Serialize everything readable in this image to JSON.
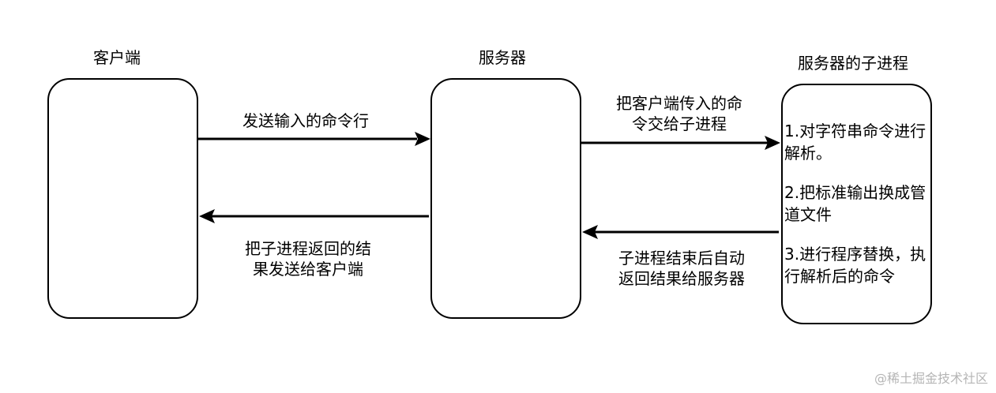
{
  "nodes": {
    "client": {
      "title": "客户端"
    },
    "server": {
      "title": "服务器"
    },
    "child": {
      "title": "服务器的子进程",
      "steps": [
        "1.对字符串命令进行解析。",
        "2.把标准输出换成管道文件",
        "3.进行程序替换，执行解析后的命令"
      ]
    }
  },
  "edges": {
    "client_to_server": {
      "label": "发送输入的命令行"
    },
    "server_to_child": {
      "label_line1": "把客户端传入的命",
      "label_line2": "令交给子进程"
    },
    "child_to_server": {
      "label_line1": "子进程结束后自动",
      "label_line2": "返回结果给服务器"
    },
    "server_to_client": {
      "label_line1": "把子进程返回的结",
      "label_line2": "果发送给客户端"
    }
  },
  "watermark": "@稀土掘金技术社区"
}
